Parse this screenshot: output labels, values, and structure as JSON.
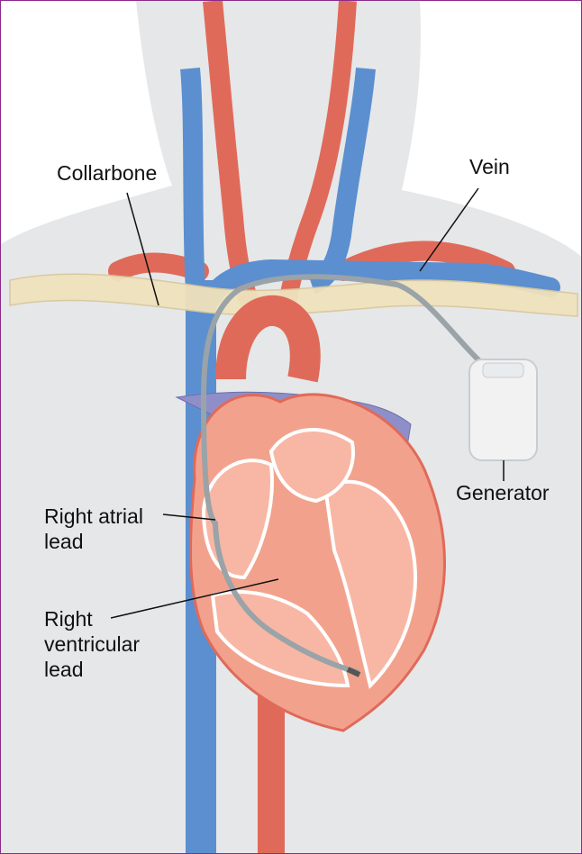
{
  "diagram": {
    "labels": {
      "collarbone": "Collarbone",
      "vein": "Vein",
      "generator": "Generator",
      "right_atrial_lead": [
        "Right atrial",
        "lead"
      ],
      "right_ventricular_lead": [
        "Right",
        "ventricular",
        "lead"
      ]
    },
    "colors": {
      "frame_border": "#8b2a8b",
      "silhouette": "#e6e7e8",
      "vein_blue": "#5b8fd0",
      "artery_red": "#e06a5a",
      "heart_tissue": "#f2a28c",
      "bone": "#efe2bd",
      "pacemaker_lead": "#9aa3a8",
      "generator_body": "#f2f2f2"
    }
  }
}
